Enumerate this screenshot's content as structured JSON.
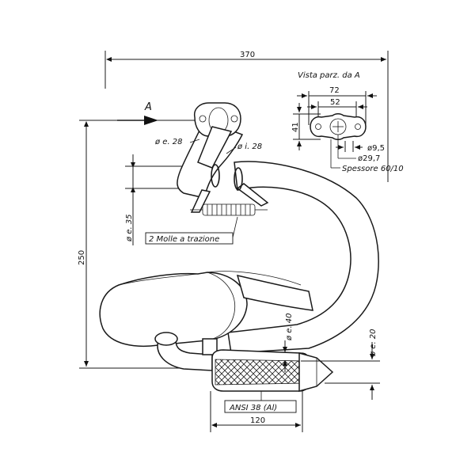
{
  "dimensions": {
    "overall_width": "370",
    "overall_height": "250",
    "silencer_length": "120"
  },
  "labels": {
    "view_title": "Vista parz. da A",
    "view_arrow": "A",
    "outer_dia_28": "ø e. 28",
    "inner_dia_28": "ø i. 28",
    "outer_dia_35": "ø e. 35",
    "springs": "2 Molle a trazione",
    "outer_dia_40": "ø e. 40",
    "outer_dia_20": "ø e. 20",
    "silencer": "ANSI 38 (Al)"
  },
  "flange_view": {
    "width_72": "72",
    "width_52": "52",
    "height_41": "41",
    "hole_9_5": "ø9,5",
    "bore_29_7": "ø29,7",
    "thickness": "Spessore 60/10"
  }
}
